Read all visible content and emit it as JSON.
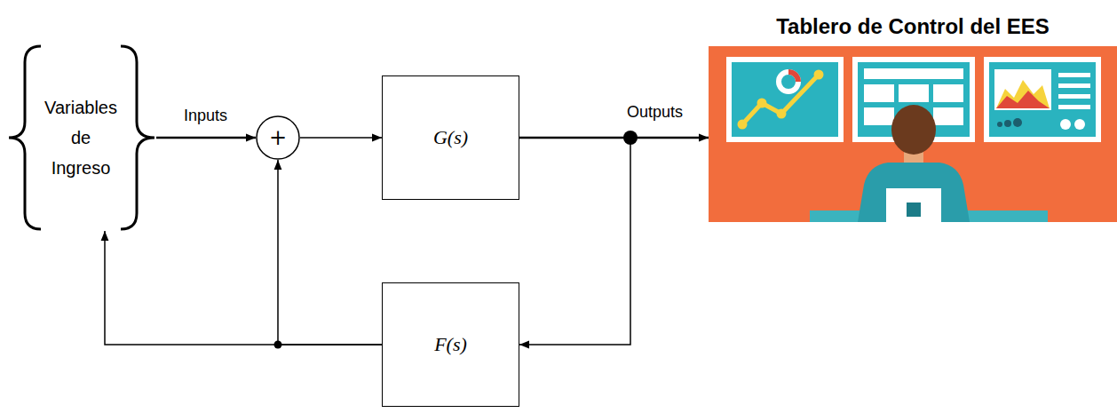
{
  "diagram": {
    "nodes": [
      {
        "text": [
          "Variables de Ingreso"
        ]
      },
      {
        "text": [
          "+"
        ]
      },
      {
        "text": [
          "G(s)"
        ]
      },
      {
        "text": [
          "Tablero de Control del EES"
        ]
      },
      {
        "text": [
          "F(s)"
        ]
      }
    ],
    "edges": [
      {
        "from": 0,
        "to": 1,
        "arrow": "to",
        "label": "Inputs"
      },
      {
        "from": 1,
        "to": 2,
        "arrow": "to"
      },
      {
        "from": 2,
        "to": 3,
        "arrow": "to",
        "label": "Outputs"
      },
      {
        "from": 2,
        "to": 4,
        "arrow": "to"
      },
      {
        "from": 4,
        "to": 1,
        "arrow": "to"
      },
      {
        "from": 4,
        "to": 0,
        "arrow": "to"
      }
    ]
  }
}
